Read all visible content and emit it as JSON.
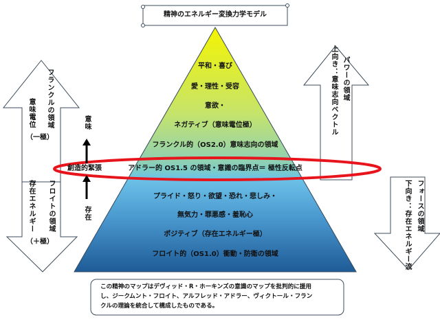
{
  "title": "精神のエネルギー変換力学モデル",
  "pyramid": {
    "upper": [
      "平和・喜び",
      "愛・理性・受容",
      "意欲・",
      "ネガティブ（意味電位極）",
      "フランクル的（OS2.0）意味志向の領域"
    ],
    "critical": "アドラー的 OS1.5 の領域・意識の臨界点＝ 極性反転点",
    "lower": [
      "プライド・怒り・欲望・恐れ・悲しみ・",
      "無気力・罪悪感・羞恥心",
      "ポジティブ（存在エネルギー極）",
      "フロイト的（OS1.0）衝動・防衛の領域"
    ]
  },
  "left_up": {
    "title": "フランクルの領域",
    "sub": "意味電位",
    "pole": "（一極）"
  },
  "left_down": {
    "title": "フロイトの領域",
    "sub": "存在エネルギー",
    "pole": "（＋極）"
  },
  "right_up": {
    "title": "パワーの領域",
    "sub": "上向き：意味志向ベクトル"
  },
  "right_down": {
    "title": "フォースの領域",
    "sub": "下向き：存在エネルギー流"
  },
  "center_axis": {
    "top": "意味",
    "middle": "創造的緊張",
    "bottom": "存在"
  },
  "caption": [
    "この精神のマップはデヴィッド・R・ホーキンズの意識のマップを批判的に援用",
    "し、ジークムント・フロイト、アルフレッド・アドラー、ヴィクトール・フラン",
    "クルの理論を統合して構成したものである。"
  ],
  "colors": {
    "ellipse": "#e8141c",
    "top": "#f4f400",
    "mid": "#7ecdc4",
    "blue": "#6cc2e8",
    "bottom": "#1e5b97"
  }
}
